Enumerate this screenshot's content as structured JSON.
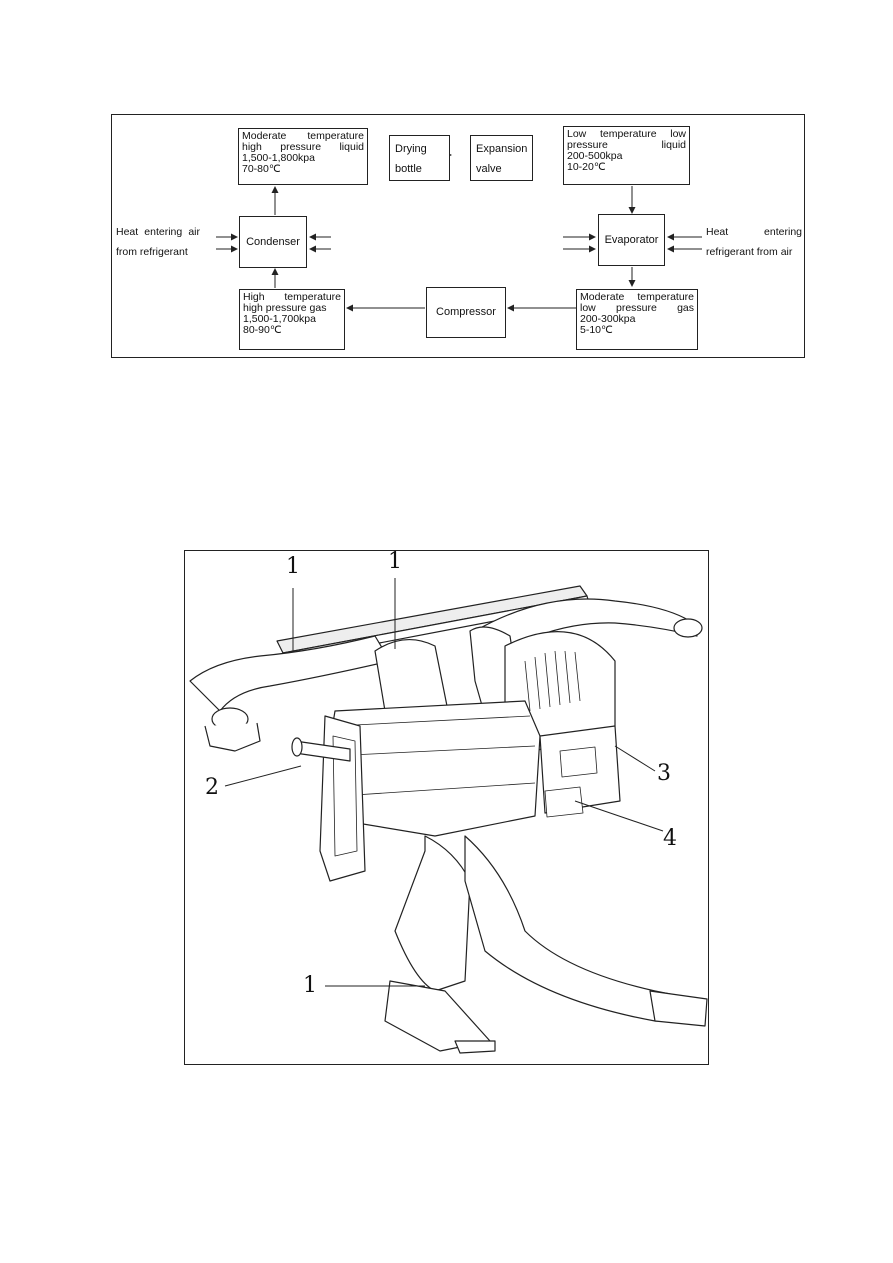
{
  "flowchart": {
    "boxes": {
      "mid_high_liquid": [
        "Moderate temperature",
        "high pressure liquid",
        "1,500-1,800kpa",
        "70-80℃"
      ],
      "drying_bottle": [
        "Drying",
        "bottle"
      ],
      "expansion_valve": [
        "Expansion",
        "valve"
      ],
      "low_low_liquid": [
        "Low temperature low",
        "pressure liquid",
        "200-500kpa",
        "10-20℃"
      ],
      "condenser": "Condenser",
      "evaporator": "Evaporator",
      "high_high_gas": [
        "High temperature",
        "high pressure gas",
        "1,500-1,700kpa",
        "80-90℃"
      ],
      "compressor": "Compressor",
      "mid_low_gas": [
        "Moderate temperature",
        "low pressure gas",
        "200-300kpa",
        "5-10℃"
      ]
    },
    "left_note": [
      "Heat entering air",
      "from refrigerant"
    ],
    "right_note": [
      "Heat entering",
      "refrigerant from air"
    ]
  },
  "figure": {
    "callouts": [
      "1",
      "1",
      "2",
      "3",
      "4",
      "1"
    ]
  }
}
